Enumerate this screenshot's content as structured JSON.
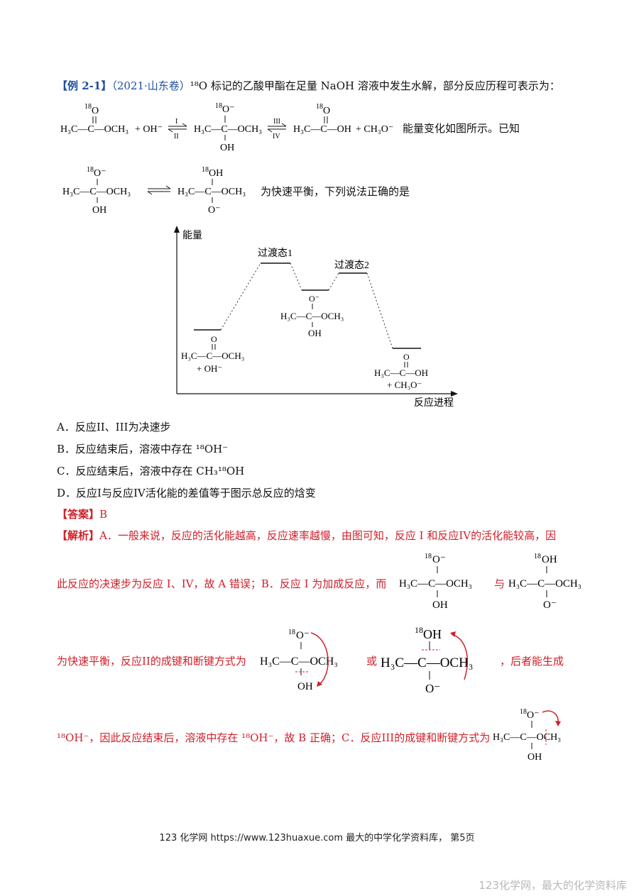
{
  "question": {
    "tag": "【例 2-1】",
    "source": "（2021·山东卷）",
    "stem": "¹⁸O 标记的乙酸甲酯在足量 NaOH 溶液中发生水解，部分反应历程可表示为：",
    "line2_tail": "能量变化如图所示。已知",
    "line3_tail": "为快速平衡，下列说法正确的是"
  },
  "scheme": {
    "iso": "18",
    "ester_left": "H₃C—C—OCH₃",
    "plus_oh": "+ OH⁻",
    "arrow1_top": "I",
    "arrow1_bottom": "II",
    "arrow2_top": "III",
    "arrow2_bottom": "IV",
    "inter_center": "H₃C—C—OCH₃",
    "inter_top": "O⁻",
    "inter_bottom": "OH",
    "acid": "H₃C—C—OH",
    "plus_methoxide": "+ CH₃O⁻",
    "o_label": "O",
    "inter2_top": "OH",
    "inter2_bottom": "O⁻"
  },
  "diagram": {
    "y_label": "能量",
    "x_label": "反应进程",
    "ts1": "过渡态1",
    "ts2": "过渡态2",
    "reactant_line1": "H₃C—C—OCH₃",
    "reactant_line2": "+ OH⁻",
    "inter_top": "O⁻",
    "inter_mid": "H₃C—C—OCH₃",
    "inter_bottom": "OH",
    "product_line1": "H₃C—C—OH",
    "product_line2": "+ CH₃O⁻",
    "o_label": "O"
  },
  "options": [
    "A．反应II、III为决速步",
    "B．反应结束后，溶液中存在 ¹⁸OH⁻",
    "C．反应结束后，溶液中存在 CH₃¹⁸OH",
    "D．反应I与反应IV活化能的差值等于图示总反应的焓变"
  ],
  "answer": {
    "label": "【答案】",
    "value": "B"
  },
  "analysis": {
    "label": "【解析】",
    "p1": "A．一般来说，反应的活化能越高，反应速率越慢，由图可知，反应 I 和反应IV的活化能较高，因",
    "p2": "此反应的决速步为反应 I、IV，故 A 错误；B．反应 I 为加成反应，而",
    "p2_and": "与",
    "p3": "为快速平衡，反应II的成键和断键方式为",
    "p3_or": "或",
    "p3_tail": "，后者能生成",
    "p4": "¹⁸OH⁻，因此反应结束后，溶液中存在 ¹⁸OH⁻，故 B 正确；C．反应III的成键和断键方式为"
  },
  "footer": "123 化学网  https://www.123huaxue.com  最大的中学化学资料库，  第5页",
  "watermark": "123化学网，最大的化学资料库"
}
